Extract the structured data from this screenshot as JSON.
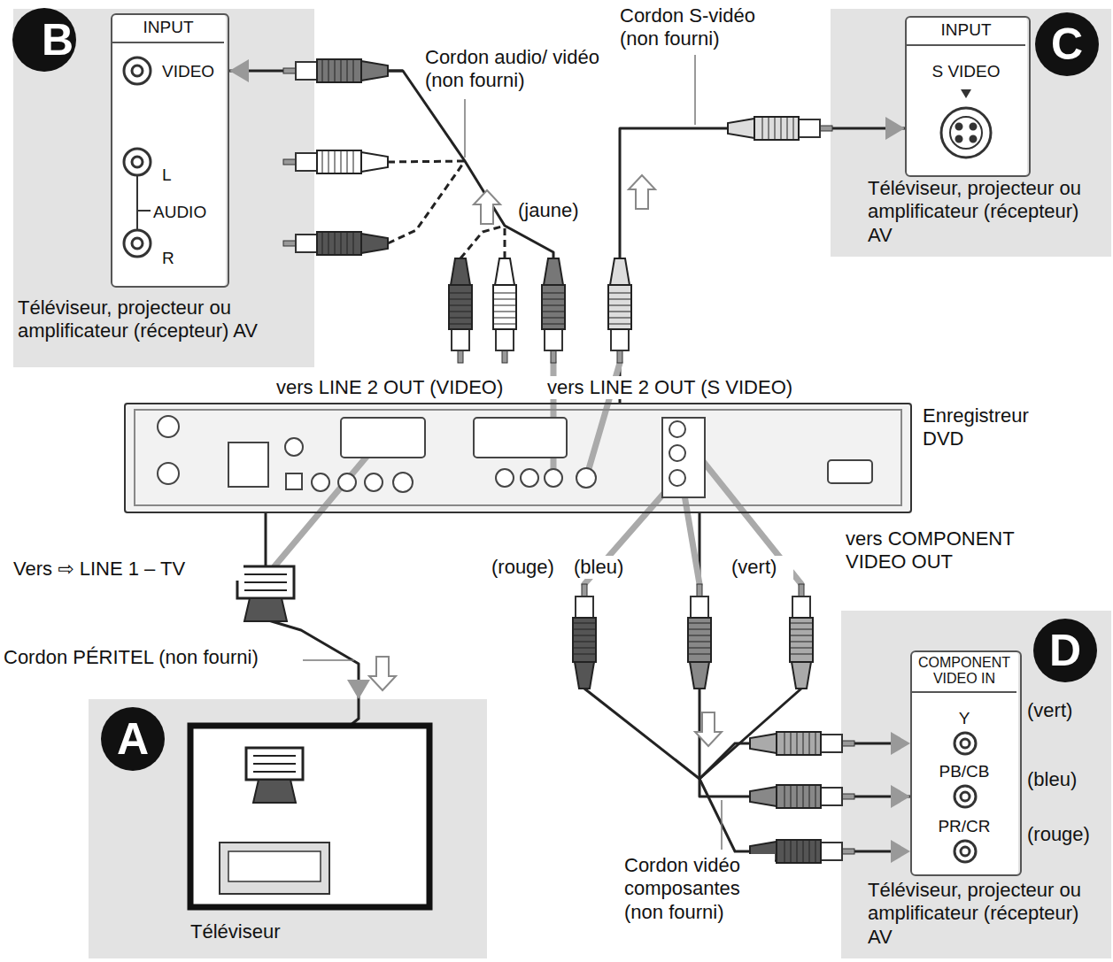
{
  "diagram": {
    "nodes": [
      {
        "text": [
          "B",
          "Téléviseur, projecteur ou amplificateur (récepteur) AV"
        ]
      },
      {
        "text": [
          "INPUT",
          "VIDEO",
          "L",
          "AUDIO",
          "R"
        ],
        "in": 0
      },
      {
        "text": [
          "C",
          "Téléviseur, projecteur ou amplificateur (récepteur) AV"
        ]
      },
      {
        "text": [
          "INPUT",
          "S VIDEO"
        ],
        "in": 2
      },
      {
        "text": [
          "Enregistreur DVD"
        ]
      },
      {
        "text": [
          "A",
          "Téléviseur"
        ]
      },
      {
        "text": [
          "D",
          "Téléviseur, projecteur ou amplificateur (récepteur) AV"
        ]
      },
      {
        "text": [
          "COMPONENT VIDEO IN",
          "Y",
          "PB/CB",
          "PR/CR"
        ],
        "in": 6
      }
    ],
    "edges": [
      {
        "from": 4,
        "to": 1,
        "arrow": "to",
        "label": "Cordon audio/ vidéo (non fourni)"
      },
      {
        "from": 4,
        "to": 3,
        "arrow": "to",
        "label": "Cordon S-vidéo (non fourni)"
      },
      {
        "from": 4,
        "to": 5,
        "arrow": "to",
        "label": "Cordon PÉRITEL (non fourni)"
      },
      {
        "from": 4,
        "to": 7,
        "arrow": "to",
        "label": "Cordon vidéo composantes (non fourni)"
      }
    ],
    "labels": [
      "(jaune)",
      "vers LINE 2 OUT (VIDEO)",
      "vers LINE 2 OUT (S VIDEO)",
      "Vers ⇨ LINE 1 – TV",
      "(rouge)",
      "(bleu)",
      "(vert)",
      "vers COMPONENT VIDEO OUT",
      "(vert)",
      "(bleu)",
      "(rouge)"
    ]
  }
}
